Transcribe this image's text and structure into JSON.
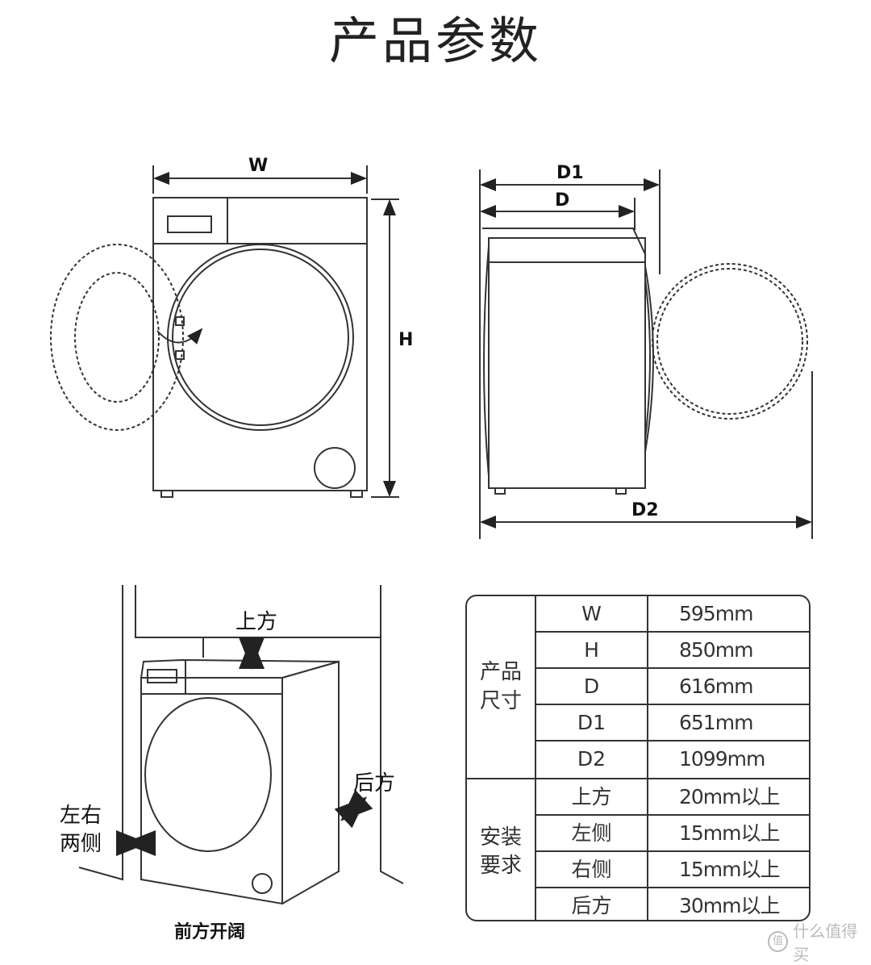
{
  "title": "产品参数",
  "front_view": {
    "width_label": "W",
    "height_label": "H"
  },
  "side_view": {
    "d1_label": "D1",
    "d_label": "D",
    "d2_label": "D2"
  },
  "install_view": {
    "top_label": "上方",
    "back_label": "后方",
    "sides_label_line1": "左右",
    "sides_label_line2": "两侧",
    "front_label": "前方开阔"
  },
  "table": {
    "groups": [
      {
        "label": "产品\n尺寸",
        "rows": [
          {
            "key": "W",
            "value": "595mm"
          },
          {
            "key": "H",
            "value": "850mm"
          },
          {
            "key": "D",
            "value": "616mm"
          },
          {
            "key": "D1",
            "value": "651mm"
          },
          {
            "key": "D2",
            "value": "1099mm"
          }
        ]
      },
      {
        "label": "安装\n要求",
        "rows": [
          {
            "key": "上方",
            "value": "20mm以上"
          },
          {
            "key": "左侧",
            "value": "15mm以上"
          },
          {
            "key": "右侧",
            "value": "15mm以上"
          },
          {
            "key": "后方",
            "value": "30mm以上"
          }
        ]
      }
    ]
  },
  "watermark": {
    "text": "什么值得买",
    "logo": "值"
  }
}
